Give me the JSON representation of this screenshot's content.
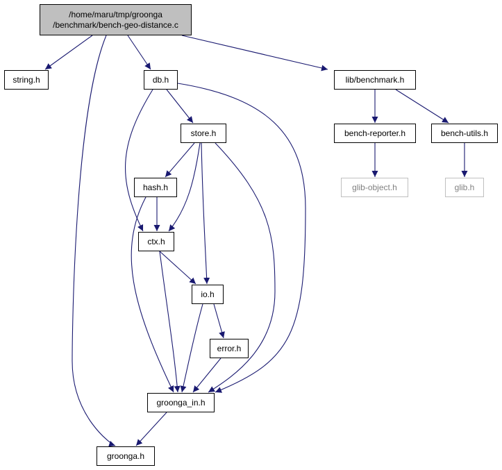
{
  "graph": {
    "colors": {
      "edge": "#191970",
      "root_fill": "#bfbfbf",
      "node_border": "#000000",
      "external_border": "#bfbfbf",
      "external_text": "#808080"
    },
    "root": {
      "line1": "/home/maru/tmp/groonga",
      "line2": "/benchmark/bench-geo-distance.c"
    },
    "nodes": {
      "string_h": "string.h",
      "db_h": "db.h",
      "lib_benchmark_h": "lib/benchmark.h",
      "store_h": "store.h",
      "bench_reporter_h": "bench-reporter.h",
      "bench_utils_h": "bench-utils.h",
      "hash_h": "hash.h",
      "glib_object_h": "glib-object.h",
      "glib_h": "glib.h",
      "ctx_h": "ctx.h",
      "io_h": "io.h",
      "error_h": "error.h",
      "groonga_in_h": "groonga_in.h",
      "groonga_h": "groonga.h"
    },
    "edges": [
      [
        "root",
        "string_h"
      ],
      [
        "root",
        "db_h"
      ],
      [
        "root",
        "lib_benchmark_h"
      ],
      [
        "root",
        "groonga_h"
      ],
      [
        "db_h",
        "store_h"
      ],
      [
        "db_h",
        "ctx_h"
      ],
      [
        "db_h",
        "groonga_in_h"
      ],
      [
        "lib_benchmark_h",
        "bench_reporter_h"
      ],
      [
        "lib_benchmark_h",
        "bench_utils_h"
      ],
      [
        "bench_reporter_h",
        "glib_object_h"
      ],
      [
        "bench_utils_h",
        "glib_h"
      ],
      [
        "store_h",
        "hash_h"
      ],
      [
        "store_h",
        "ctx_h"
      ],
      [
        "store_h",
        "io_h"
      ],
      [
        "store_h",
        "groonga_in_h"
      ],
      [
        "hash_h",
        "ctx_h"
      ],
      [
        "hash_h",
        "groonga_in_h"
      ],
      [
        "ctx_h",
        "io_h"
      ],
      [
        "ctx_h",
        "groonga_in_h"
      ],
      [
        "io_h",
        "error_h"
      ],
      [
        "io_h",
        "groonga_in_h"
      ],
      [
        "error_h",
        "groonga_in_h"
      ],
      [
        "groonga_in_h",
        "groonga_h"
      ]
    ]
  }
}
